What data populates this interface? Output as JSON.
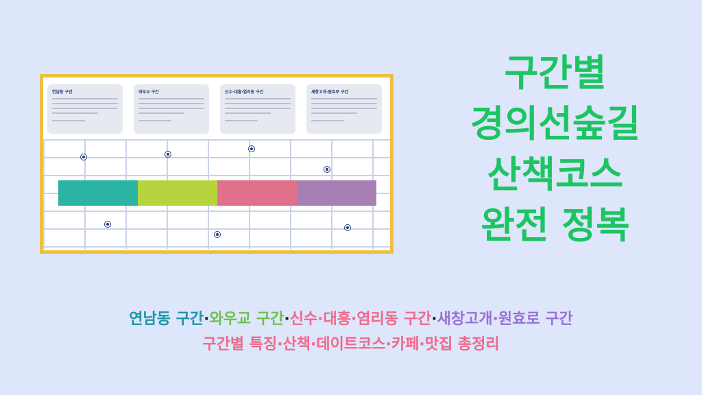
{
  "map": {
    "sections": [
      {
        "label": "연남동 구간",
        "color": "#2bb3a3"
      },
      {
        "label": "와우교 구간",
        "color": "#b5d43d"
      },
      {
        "label": "신수·대흥·염리동 구간",
        "color": "#e0718a"
      },
      {
        "label": "새창고개·원효로 구간",
        "color": "#a77fb5"
      }
    ]
  },
  "title": [
    "구간별",
    "경의선숲길",
    "산책코스",
    "완전 정복"
  ],
  "subtitle": {
    "line1": [
      {
        "text": "연남동 구간",
        "color": "#1a93a6"
      },
      {
        "text": "·",
        "color": "#222222"
      },
      {
        "text": "와우교 구간",
        "color": "#6cc04a"
      },
      {
        "text": "·",
        "color": "#222222"
      },
      {
        "text": "신수·대흥·염리동 구간",
        "color": "#f0688a"
      },
      {
        "text": "·",
        "color": "#222222"
      },
      {
        "text": "새창고개·원효로 구간",
        "color": "#9b6fd6"
      }
    ],
    "line2": "구간별 특징·산책·데이트코스·카페·맛집 총정리",
    "line2_color": "#f0688a"
  }
}
